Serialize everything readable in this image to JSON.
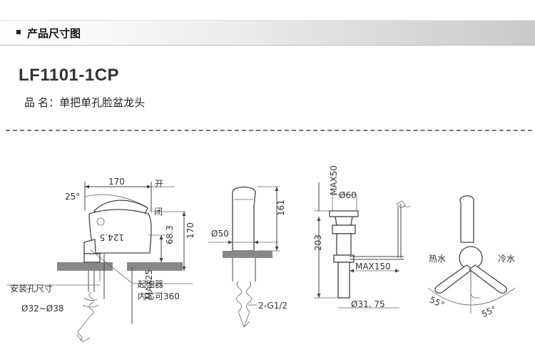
{
  "header": {
    "title": "产品尺寸图"
  },
  "product": {
    "model": "LF1101-1CP",
    "name_label": "品  名：",
    "name": "单把单孔脸盆龙头"
  },
  "diagram": {
    "side_view": {
      "dim_top": "170",
      "label_open": "开",
      "label_close": "闭",
      "angle": "25°",
      "dim_height": "170",
      "dim_spout": "68.3",
      "dim_reach": "124.5",
      "mount_label": "安装孔尺寸",
      "mount_size": "Ø32~Ø38",
      "dim_max": "MAX25",
      "aerator_line1": "起泡器",
      "aerator_line2": "内芯可360"
    },
    "front_view": {
      "dim_dia": "Ø50",
      "dim_height": "161",
      "thread": "2-G1/2"
    },
    "drain_view": {
      "dim_dia_top": "Ø60",
      "dim_max_top": "MAX50",
      "dim_height": "203",
      "dim_max_lever": "MAX150",
      "dim_dia_bottom": "Ø31. 75"
    },
    "top_view": {
      "label_hot": "热水",
      "label_cold": "冷水",
      "angle_left": "55°",
      "angle_right": "55°"
    }
  }
}
